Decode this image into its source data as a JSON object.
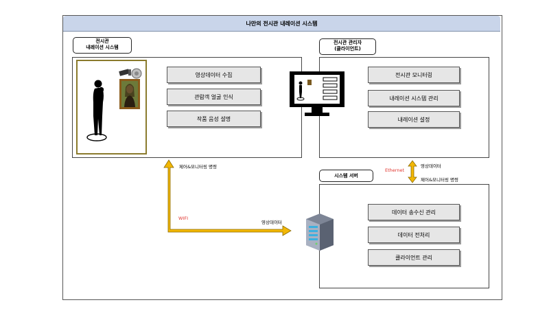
{
  "title": "나만의 전시관 내레이션 시스템",
  "narration_system": {
    "label_line1": "전시관",
    "label_line2": "내레이션 시스템",
    "functions": [
      "영상데이터 수집",
      "관람객 얼굴 인식",
      "작품 음성 설명"
    ]
  },
  "admin_client": {
    "label_line1": "전시관 관리자",
    "label_line2": "(클라이언트)",
    "functions": [
      "전시관 모니터링",
      "내레이션 시스템 관리",
      "내레이션 설정"
    ]
  },
  "server": {
    "label": "시스템 서버",
    "functions": [
      "데이터 송수신 관리",
      "데이터 전처리",
      "클라이언트 관리"
    ]
  },
  "connections": {
    "wifi_label": "WIFI",
    "wifi_up_text": "제어&모니터링 명령",
    "wifi_right_text": "영상데이터",
    "ethernet_label": "Ethernet",
    "ethernet_up_text": "영상데이터",
    "ethernet_down_text": "제어&모니터링 명령"
  },
  "colors": {
    "title_bg": "#c9d5ea",
    "frame_border": "#8a7a2c",
    "arrow": "#f2b705",
    "protocol_text": "#e0312a"
  }
}
